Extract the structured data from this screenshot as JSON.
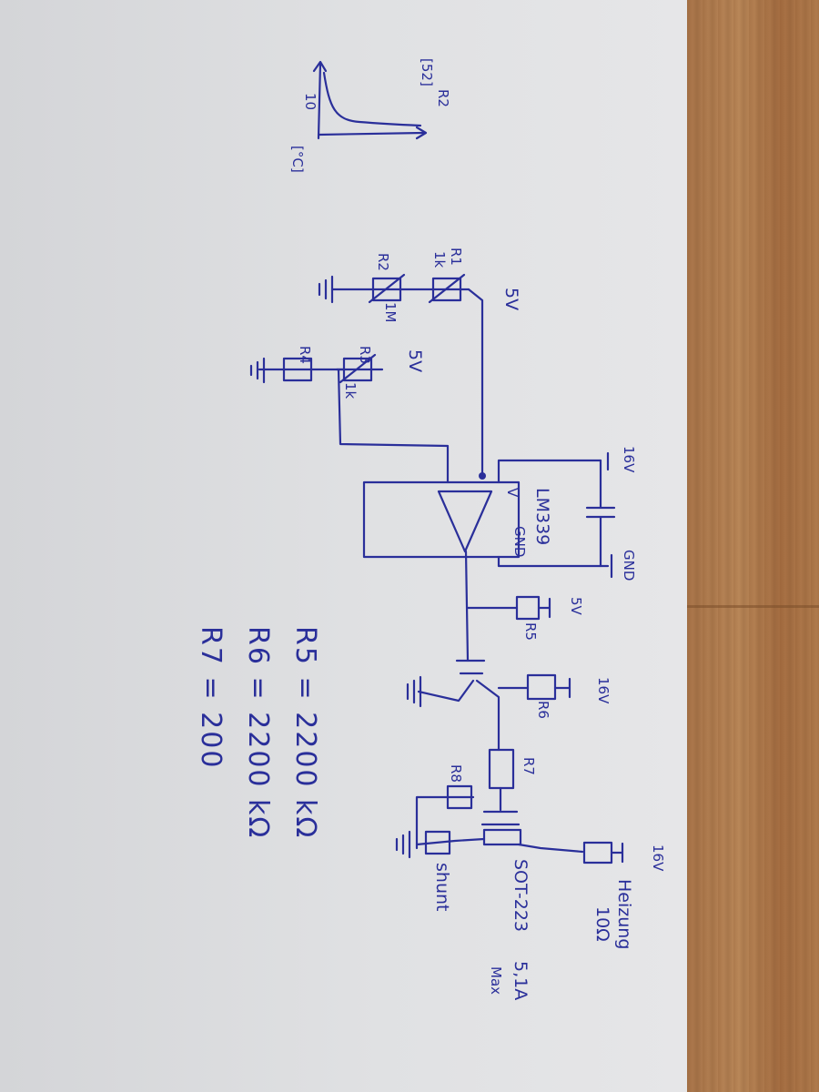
{
  "labels": {
    "r5_label": "R5",
    "r6_label": "R6",
    "r1_label": "R1",
    "r2_label": "R2",
    "r3_label": "R3",
    "r4_label": "R4",
    "r7_label": "R7",
    "r8_label": "R8",
    "r1_value": "1k",
    "r2_value": "1M",
    "r3_value": "1k",
    "v5_top": "5V",
    "v5_mid": "5V",
    "v5_r5": "5V",
    "v16_top": "16V",
    "v16_r6": "16V",
    "v16_heater": "16V",
    "gnd_cap": "GND",
    "ic_name": "LM339",
    "ic_v": "V",
    "ic_gnd": "GND",
    "mosfet_pkg": "SOT-223",
    "mosfet_rating": "5,1A",
    "mosfet_max": "Max",
    "heater_name": "Heizung",
    "heater_value": "10Ω",
    "shunt": "shunt",
    "curve_r_top": "[52]",
    "curve_r_axis": "R2",
    "curve_t_val": "10",
    "curve_t_unit": "[°C]",
    "eq_r5": "R5 = 2200 kΩ",
    "eq_r6": "R6 = 2200 kΩ",
    "eq_r7": "R7 = 200"
  }
}
